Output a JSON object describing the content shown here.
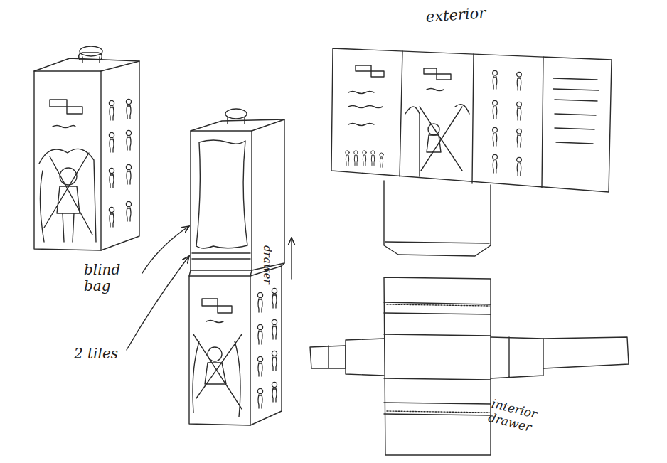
{
  "diagram": {
    "labels": [
      "exterior",
      "blind bag",
      "2 tiles",
      "drawer",
      "interior drawer"
    ]
  }
}
